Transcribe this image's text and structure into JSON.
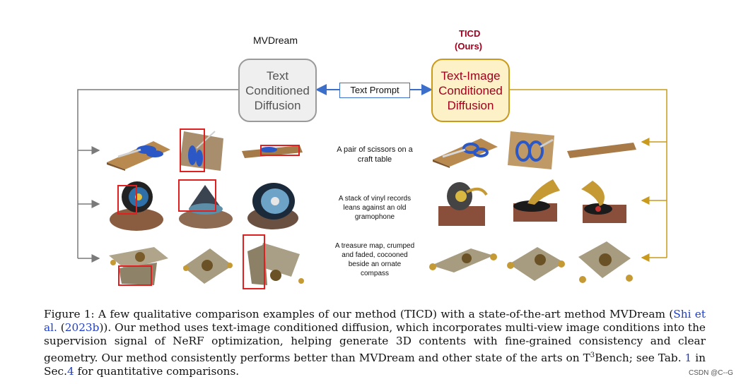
{
  "left_method": {
    "name": "MVDream",
    "box_text": [
      "Text",
      "Conditioned",
      "Diffusion"
    ]
  },
  "right_method": {
    "name": "TICD",
    "tag": "(Ours)",
    "box_text": [
      "Text-Image",
      "Conditioned",
      "Diffusion"
    ]
  },
  "center_label": "Text Prompt",
  "prompts": [
    [
      "A pair of scissors on a",
      "craft table"
    ],
    [
      "A stack of vinyl records",
      "leans against an old",
      "gramophone"
    ],
    [
      "A treasure map, crumped",
      "and faded, cocooned",
      "beside an ornate",
      "compass"
    ]
  ],
  "caption": {
    "p1": "Figure 1:  A few qualitative comparison examples of our method (TICD) with a state-of-the-art method MVDream (",
    "cite1a": "Shi",
    "cite1b": "et al.",
    "p2": " (",
    "cite2": "2023b",
    "p3": ")).  Our method uses text-image conditioned diffusion, which incorporates multi-view image conditions into the supervision signal of NeRF optimization, helping generate 3D contents with fine-grained consistency and clear geometry.  Our method consistently performs better than MVDream and other state of the arts on T",
    "sup": "3",
    "p4": "Bench; see Tab. ",
    "ref_tab": "1",
    "p5": " in Sec.",
    "ref_sec": "4",
    "p6": " for quantitative comparisons."
  },
  "watermark": "CSDN @C--G",
  "colors": {
    "left_border": "#9a9a9a",
    "left_fill": "#efefef",
    "right_border": "#c99a1c",
    "right_fill": "#fdf1c7",
    "right_text": "#a2001d",
    "arrow_blue": "#3b6fc9",
    "highlight": "#e02020"
  }
}
